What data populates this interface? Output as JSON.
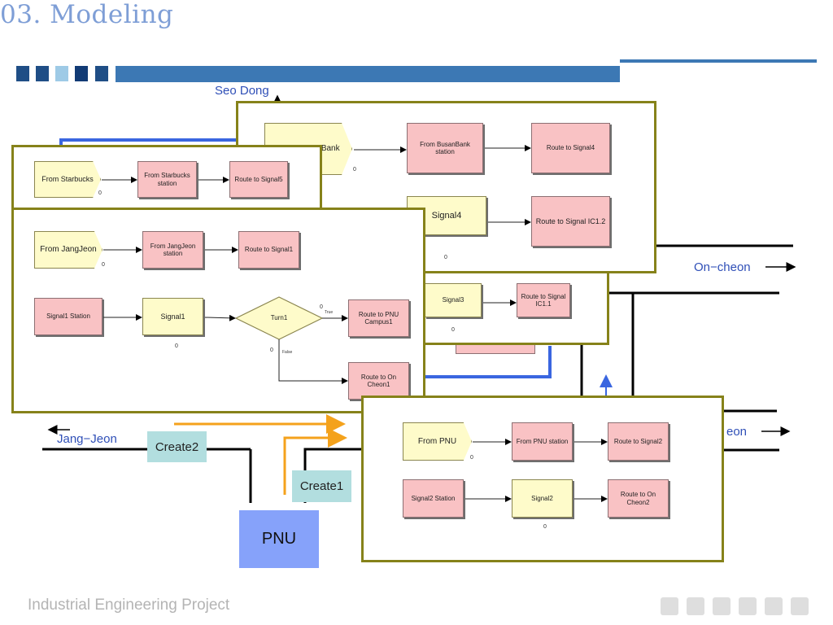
{
  "slide": {
    "title": "03. Modeling",
    "footer": "Industrial Engineering Project",
    "colors": {
      "header_bar": "#3c78b4",
      "header_squares": [
        "#1f4e86",
        "#9ecae6",
        "#123b75",
        "#ffffff"
      ],
      "frame_border": "#86821a",
      "module_pink": "#f9c2c4",
      "module_yellow": "#fefbca",
      "connector_orange": "#f4a21c",
      "connector_blue": "#3a66e0",
      "pnu_block": "#86a2fa",
      "create_box": "#b2dedf"
    }
  },
  "map": {
    "labels": {
      "seo_dong": "Seo Dong",
      "on_cheon": "On−cheon",
      "on_cheon_partial": "eon",
      "jang_jeon": "Jang−Jeon"
    },
    "create1": "Create1",
    "create2": "Create2",
    "pnu": "PNU"
  },
  "panels": {
    "busan_bank": {
      "from": "From BusanBank",
      "station": "From BusanBank station",
      "route": "Route to Signal4",
      "signal": "Signal4",
      "route_ic": "Route to Signal IC1.2",
      "counter_a": "0",
      "counter_b": "0"
    },
    "starbucks": {
      "from": "From Starbucks",
      "station": "From Starbucks station",
      "route": "Route to Signal5",
      "counter": "0"
    },
    "signal3": {
      "signal": "Signal3",
      "route": "Route to Signal IC1.1",
      "counter": "0"
    },
    "jangjeon": {
      "from": "From JangJeon",
      "station": "From JangJeon station",
      "route": "Route to Signal1",
      "signal_station": "Signal1 Station",
      "signal": "Signal1",
      "decide": "Turn1",
      "route_true": "Route to PNU Campus1",
      "route_false": "Route to On Cheon1",
      "true_label": "True",
      "false_label": "False",
      "counter_from": "0",
      "counter_signal": "0",
      "counter_true": "0",
      "counter_false": "0"
    },
    "pnu": {
      "from": "From PNU",
      "station": "From PNU station",
      "route": "Route to Signal2",
      "signal_station": "Signal2 Station",
      "signal": "Signal2",
      "route_out": "Route to On Cheon2",
      "counter_from": "0",
      "counter_signal": "0"
    }
  }
}
